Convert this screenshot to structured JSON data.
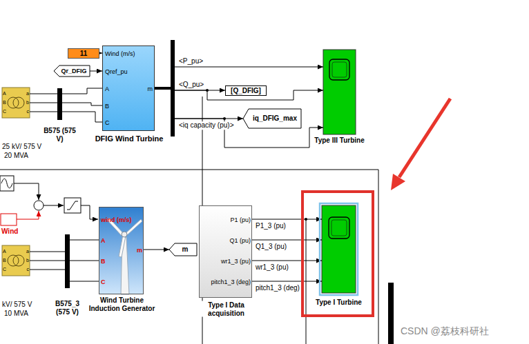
{
  "diagram": {
    "nodes": [
      {
        "text": [
          "11"
        ]
      },
      {
        "text": [
          "Qr_DFIG"
        ]
      },
      {
        "text": [
          "Wind (m/s)",
          "Qref_pu",
          "A",
          "B",
          "C",
          "m",
          "DFIG Wind Turbine"
        ]
      },
      {
        "text": [
          "A",
          "B",
          "C",
          "a",
          "b",
          "c",
          "25 kV/ 575 V",
          "20 MVA"
        ]
      },
      {
        "text": [
          "B575 (575 V)"
        ]
      },
      {
        "text": [
          "[Q_DFIG]"
        ]
      },
      {
        "text": [
          "iq_DFIG_max"
        ]
      },
      {
        "text": [
          "Type III Turbine"
        ]
      },
      {
        "text": [
          "wind (m/s)",
          "A",
          "B",
          "C",
          "m",
          "Wind Turbine Induction Generator"
        ]
      },
      {
        "text": [
          "m"
        ]
      },
      {
        "text": [
          "A",
          "B",
          "C",
          "a",
          "b",
          "c",
          "kV/ 575 V",
          "10 MVA"
        ]
      },
      {
        "text": [
          "B575_3 (575 V)"
        ]
      },
      {
        "text": [
          "P1 (pu)",
          "Q1 (pu)",
          "wr1_3 (pu)",
          "pitch1_3 (deg)",
          "Type I Data acquisition"
        ]
      },
      {
        "text": [
          "Type I Turbine"
        ]
      }
    ],
    "edges": [
      {
        "from": 0,
        "to": 2,
        "arrow": "to"
      },
      {
        "from": 1,
        "to": 2,
        "arrow": "to"
      },
      {
        "from": 3,
        "to": 4,
        "arrow": "none"
      },
      {
        "from": 4,
        "to": 2,
        "arrow": "none"
      },
      {
        "from": 2,
        "to": 7,
        "label": "<P_pu>",
        "arrow": "to"
      },
      {
        "from": 2,
        "to": 5,
        "label": "<Q_pu>",
        "arrow": "to"
      },
      {
        "from": 2,
        "to": 7,
        "arrow": "to"
      },
      {
        "from": 2,
        "to": 6,
        "label": "<iq capacity (pu)>",
        "arrow": "to"
      },
      {
        "from": 2,
        "to": 7,
        "arrow": "to"
      },
      {
        "from": 10,
        "to": 11,
        "arrow": "none"
      },
      {
        "from": 11,
        "to": 8,
        "arrow": "none"
      },
      {
        "from": 8,
        "to": 9,
        "arrow": "to"
      },
      {
        "from": 12,
        "to": 13,
        "label": "P1_3 (pu)",
        "arrow": "to"
      },
      {
        "from": 12,
        "to": 13,
        "label": "Q1_3 (pu)",
        "arrow": "to"
      },
      {
        "from": 12,
        "to": 13,
        "label": "wr1_3 (pu)",
        "arrow": "to"
      },
      {
        "from": 12,
        "to": 13,
        "label": "pitch1_3 (deg)",
        "arrow": "to"
      }
    ],
    "labels": [
      "Wind",
      "CSDN @荔枝科研社"
    ]
  }
}
